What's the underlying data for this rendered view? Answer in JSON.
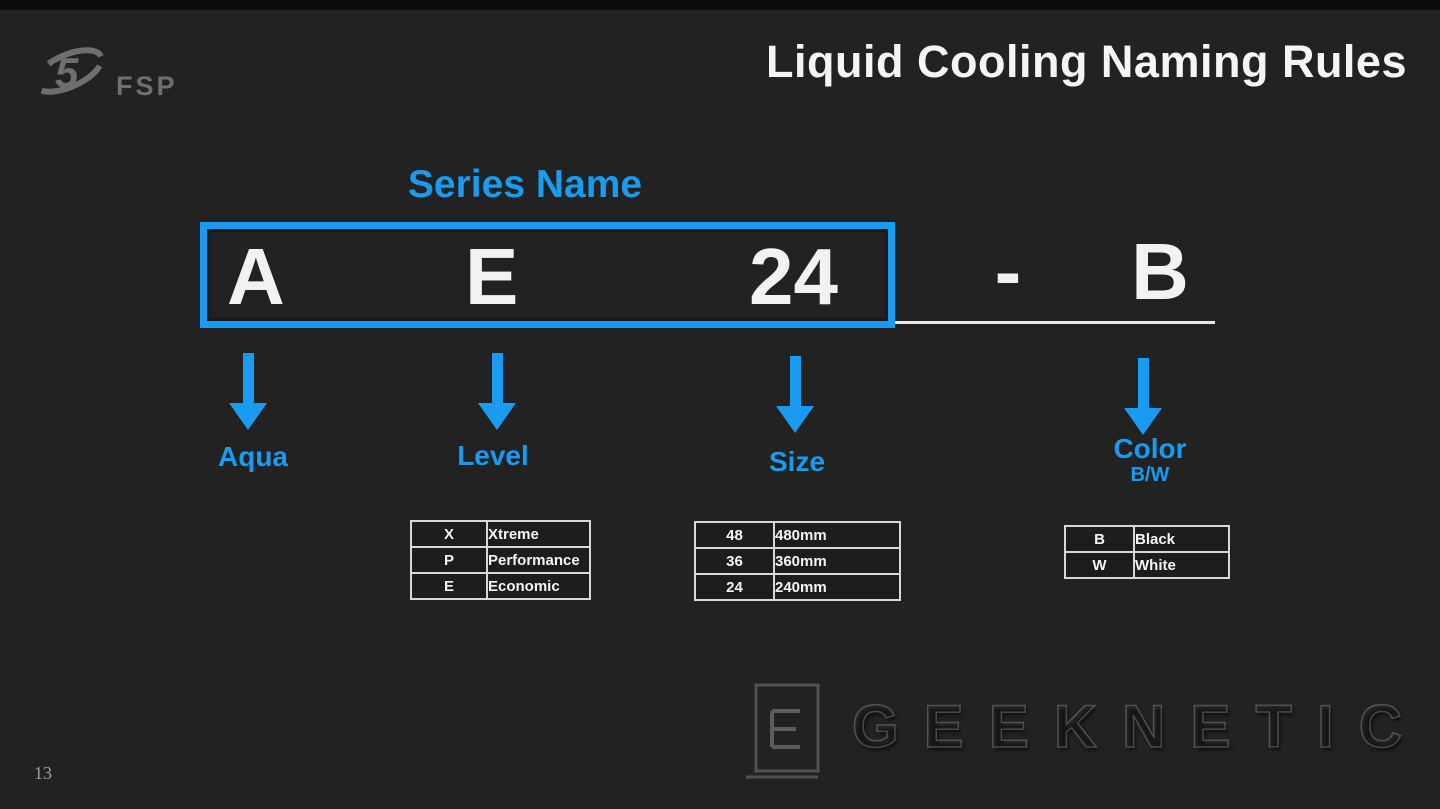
{
  "page": {
    "number": "13"
  },
  "header": {
    "title": "Liquid Cooling Naming Rules"
  },
  "logo": {
    "text": "FSP"
  },
  "diagram": {
    "series_label": "Series Name",
    "code": {
      "aqua": "A",
      "level": "E",
      "size": "24",
      "separator": "-",
      "color": "B"
    },
    "annotations": {
      "aqua": "Aqua",
      "level": "Level",
      "size": "Size",
      "color": "Color",
      "color_sub": "B/W"
    }
  },
  "tables": {
    "level": {
      "rows": [
        {
          "code": "X",
          "label": "Xtreme"
        },
        {
          "code": "P",
          "label": "Performance"
        },
        {
          "code": "E",
          "label": "Economic"
        }
      ]
    },
    "size": {
      "rows": [
        {
          "code": "48",
          "label": "480mm"
        },
        {
          "code": "36",
          "label": "360mm"
        },
        {
          "code": "24",
          "label": "240mm"
        }
      ]
    },
    "color": {
      "rows": [
        {
          "code": "B",
          "label": "Black"
        },
        {
          "code": "W",
          "label": "White"
        }
      ]
    }
  },
  "watermark": {
    "text": "GEEKNETIC"
  },
  "colors": {
    "background": "#222222",
    "accent_blue": "#189bf0",
    "text_white": "#f2f2f2",
    "table_border": "#d8d8d8",
    "logo_gray": "#6f6f6f"
  }
}
